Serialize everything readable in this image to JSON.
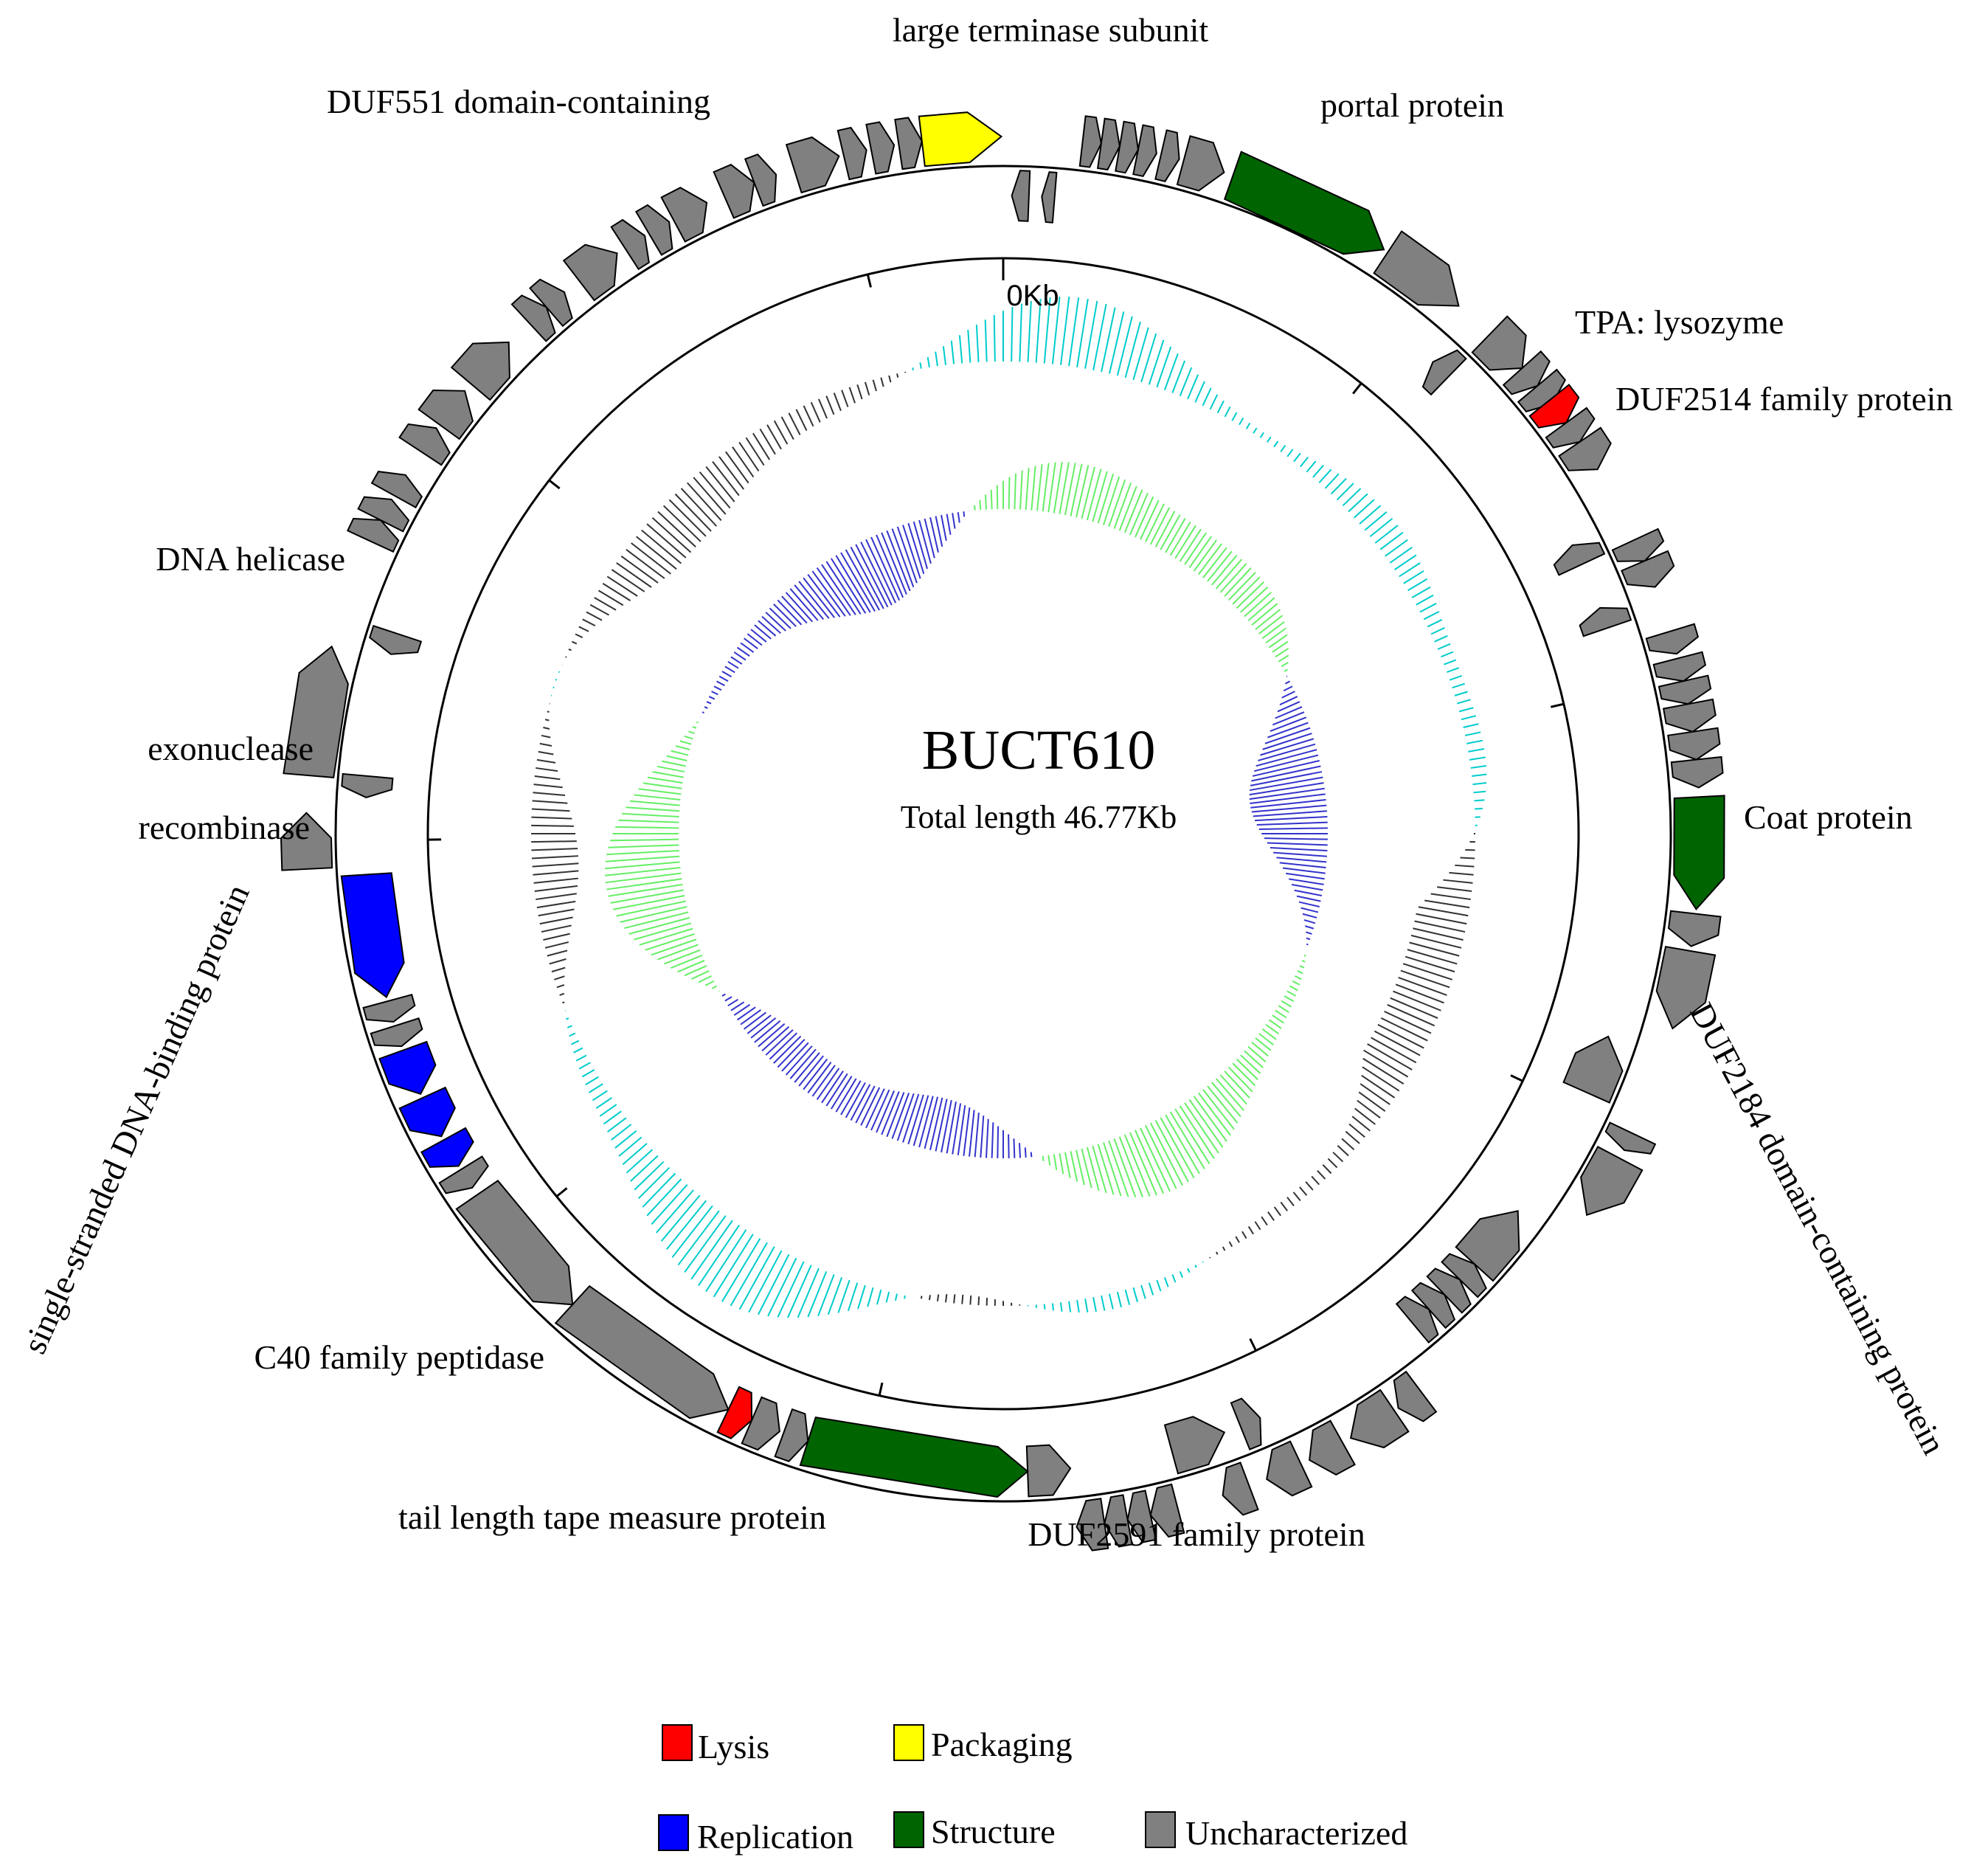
{
  "phage": {
    "name": "BUCT610",
    "total_length_label": "Total length 46.77Kb",
    "origin_tick_label": "0Kb",
    "genome_length_kb": 46.77
  },
  "colors": {
    "lysis": "#ff0000",
    "packaging": "#ffff00",
    "replication": "#0000ff",
    "structure": "#006400",
    "uncharacterized": "#808080",
    "gc_content": "#00cccc",
    "gc_content_minus": "#333333",
    "gc_skew_plus": "#66ee66",
    "gc_skew_minus": "#3333cc"
  },
  "legend": [
    {
      "key": "lysis",
      "label": "Lysis"
    },
    {
      "key": "packaging",
      "label": "Packaging"
    },
    {
      "key": "replication",
      "label": "Replication"
    },
    {
      "key": "structure",
      "label": "Structure"
    },
    {
      "key": "uncharacterized",
      "label": "Uncharacterized"
    }
  ],
  "annotations": [
    {
      "id": "large-terminase",
      "text": "large terminase subunit"
    },
    {
      "id": "portal",
      "text": "portal protein"
    },
    {
      "id": "lysozyme",
      "text": "TPA: lysozyme"
    },
    {
      "id": "duf2514",
      "text": "DUF2514 family protein"
    },
    {
      "id": "coat",
      "text": "Coat protein"
    },
    {
      "id": "duf2184",
      "text": "DUF2184 domain-containing protein"
    },
    {
      "id": "duf2591",
      "text": "DUF2591 family protein"
    },
    {
      "id": "tape-measure",
      "text": "tail length tape measure protein"
    },
    {
      "id": "c40",
      "text": "C40 family peptidase"
    },
    {
      "id": "ssb",
      "text": "single-stranded DNA-binding protein"
    },
    {
      "id": "recombinase",
      "text": "recombinase"
    },
    {
      "id": "exonuclease",
      "text": "exonuclease"
    },
    {
      "id": "helicase",
      "text": "DNA helicase"
    },
    {
      "id": "duf551",
      "text": "DUF551 domain-containing"
    }
  ],
  "genes": [
    {
      "category": "uncharacterized",
      "start_kb": 0.1,
      "end_kb": 0.3,
      "strand": "-"
    },
    {
      "category": "uncharacterized",
      "start_kb": 0.45,
      "end_kb": 0.6,
      "strand": "-"
    },
    {
      "category": "uncharacterized",
      "start_kb": 0.85,
      "end_kb": 1.05,
      "strand": "+"
    },
    {
      "category": "uncharacterized",
      "start_kb": 1.05,
      "end_kb": 1.25,
      "strand": "+"
    },
    {
      "category": "uncharacterized",
      "start_kb": 1.25,
      "end_kb": 1.45,
      "strand": "+"
    },
    {
      "category": "uncharacterized",
      "start_kb": 1.45,
      "end_kb": 1.65,
      "strand": "+"
    },
    {
      "category": "uncharacterized",
      "start_kb": 1.7,
      "end_kb": 1.9,
      "strand": "+"
    },
    {
      "category": "uncharacterized",
      "start_kb": 1.95,
      "end_kb": 2.4,
      "strand": "+"
    },
    {
      "category": "structure",
      "start_kb": 2.5,
      "end_kb": 4.3,
      "strand": "+"
    },
    {
      "category": "uncharacterized",
      "start_kb": 4.35,
      "end_kb": 5.3,
      "strand": "+"
    },
    {
      "category": "uncharacterized",
      "start_kb": 5.5,
      "end_kb": 5.75,
      "strand": "-"
    },
    {
      "category": "uncharacterized",
      "start_kb": 5.75,
      "end_kb": 6.25,
      "strand": "+"
    },
    {
      "category": "uncharacterized",
      "start_kb": 6.25,
      "end_kb": 6.5,
      "strand": "+"
    },
    {
      "category": "uncharacterized",
      "start_kb": 6.5,
      "end_kb": 6.75,
      "strand": "+"
    },
    {
      "category": "lysis",
      "start_kb": 6.7,
      "end_kb": 7.0,
      "strand": "+"
    },
    {
      "category": "uncharacterized",
      "start_kb": 7.0,
      "end_kb": 7.25,
      "strand": "+"
    },
    {
      "category": "uncharacterized",
      "start_kb": 7.25,
      "end_kb": 7.6,
      "strand": "+"
    },
    {
      "category": "uncharacterized",
      "start_kb": 8.2,
      "end_kb": 8.45,
      "strand": "-"
    },
    {
      "category": "uncharacterized",
      "start_kb": 8.45,
      "end_kb": 8.7,
      "strand": "+"
    },
    {
      "category": "uncharacterized",
      "start_kb": 8.7,
      "end_kb": 9.0,
      "strand": "+"
    },
    {
      "category": "uncharacterized",
      "start_kb": 9.0,
      "end_kb": 9.25,
      "strand": "-"
    },
    {
      "category": "uncharacterized",
      "start_kb": 9.5,
      "end_kb": 9.75,
      "strand": "+"
    },
    {
      "category": "uncharacterized",
      "start_kb": 9.8,
      "end_kb": 10.05,
      "strand": "+"
    },
    {
      "category": "uncharacterized",
      "start_kb": 10.05,
      "end_kb": 10.3,
      "strand": "+"
    },
    {
      "category": "uncharacterized",
      "start_kb": 10.3,
      "end_kb": 10.6,
      "strand": "+"
    },
    {
      "category": "uncharacterized",
      "start_kb": 10.6,
      "end_kb": 10.9,
      "strand": "+"
    },
    {
      "category": "uncharacterized",
      "start_kb": 10.9,
      "end_kb": 11.2,
      "strand": "+"
    },
    {
      "category": "structure",
      "start_kb": 11.3,
      "end_kb": 12.5,
      "strand": "+"
    },
    {
      "category": "uncharacterized",
      "start_kb": 12.55,
      "end_kb": 12.9,
      "strand": "+"
    },
    {
      "category": "uncharacterized",
      "start_kb": 12.95,
      "end_kb": 13.8,
      "strand": "+"
    },
    {
      "category": "uncharacterized",
      "start_kb": 14.1,
      "end_kb": 14.8,
      "strand": "-"
    },
    {
      "category": "uncharacterized",
      "start_kb": 15.0,
      "end_kb": 15.2,
      "strand": "+"
    },
    {
      "category": "uncharacterized",
      "start_kb": 15.3,
      "end_kb": 16.0,
      "strand": "+"
    },
    {
      "category": "uncharacterized",
      "start_kb": 16.4,
      "end_kb": 17.2,
      "strand": "-"
    },
    {
      "category": "uncharacterized",
      "start_kb": 17.2,
      "end_kb": 17.45,
      "strand": "-"
    },
    {
      "category": "uncharacterized",
      "start_kb": 17.45,
      "end_kb": 17.7,
      "strand": "-"
    },
    {
      "category": "uncharacterized",
      "start_kb": 17.7,
      "end_kb": 17.95,
      "strand": "-"
    },
    {
      "category": "uncharacterized",
      "start_kb": 17.95,
      "end_kb": 18.2,
      "strand": "-"
    },
    {
      "category": "uncharacterized",
      "start_kb": 18.6,
      "end_kb": 18.9,
      "strand": "+"
    },
    {
      "category": "uncharacterized",
      "start_kb": 18.95,
      "end_kb": 19.5,
      "strand": "+"
    },
    {
      "category": "uncharacterized",
      "start_kb": 19.6,
      "end_kb": 20.0,
      "strand": "+"
    },
    {
      "category": "uncharacterized",
      "start_kb": 20.1,
      "end_kb": 20.5,
      "strand": "+"
    },
    {
      "category": "uncharacterized",
      "start_kb": 20.3,
      "end_kb": 20.55,
      "strand": "-"
    },
    {
      "category": "uncharacterized",
      "start_kb": 20.7,
      "end_kb": 21.0,
      "strand": "+"
    },
    {
      "category": "uncharacterized",
      "start_kb": 20.75,
      "end_kb": 21.4,
      "strand": "-"
    },
    {
      "category": "uncharacterized",
      "start_kb": 21.5,
      "end_kb": 21.8,
      "strand": "+"
    },
    {
      "category": "uncharacterized",
      "start_kb": 21.8,
      "end_kb": 22.05,
      "strand": "+"
    },
    {
      "category": "uncharacterized",
      "start_kb": 22.05,
      "end_kb": 22.3,
      "strand": "+"
    },
    {
      "category": "uncharacterized",
      "start_kb": 22.3,
      "end_kb": 22.6,
      "strand": "+"
    },
    {
      "category": "uncharacterized",
      "start_kb": 22.6,
      "end_kb": 23.1,
      "strand": "-"
    },
    {
      "category": "structure",
      "start_kb": 23.1,
      "end_kb": 25.7,
      "strand": "-"
    },
    {
      "category": "uncharacterized",
      "start_kb": 25.7,
      "end_kb": 26.0,
      "strand": "-"
    },
    {
      "category": "uncharacterized",
      "start_kb": 26.05,
      "end_kb": 26.4,
      "strand": "-"
    },
    {
      "category": "lysis",
      "start_kb": 26.4,
      "end_kb": 26.7,
      "strand": "-"
    },
    {
      "category": "uncharacterized",
      "start_kb": 26.7,
      "end_kb": 28.9,
      "strand": "-"
    },
    {
      "category": "uncharacterized",
      "start_kb": 28.9,
      "end_kb": 30.6,
      "strand": "-"
    },
    {
      "category": "uncharacterized",
      "start_kb": 30.7,
      "end_kb": 30.95,
      "strand": "-"
    },
    {
      "category": "replication",
      "start_kb": 31.0,
      "end_kb": 31.35,
      "strand": "-"
    },
    {
      "category": "replication",
      "start_kb": 31.4,
      "end_kb": 31.9,
      "strand": "-"
    },
    {
      "category": "replication",
      "start_kb": 31.95,
      "end_kb": 32.5,
      "strand": "-"
    },
    {
      "category": "uncharacterized",
      "start_kb": 32.55,
      "end_kb": 32.8,
      "strand": "-"
    },
    {
      "category": "uncharacterized",
      "start_kb": 32.85,
      "end_kb": 33.1,
      "strand": "-"
    },
    {
      "category": "replication",
      "start_kb": 33.15,
      "end_kb": 34.6,
      "strand": "-"
    },
    {
      "category": "uncharacterized",
      "start_kb": 34.7,
      "end_kb": 35.3,
      "strand": "+"
    },
    {
      "category": "uncharacterized",
      "start_kb": 35.5,
      "end_kb": 35.75,
      "strand": "-"
    },
    {
      "category": "uncharacterized",
      "start_kb": 35.7,
      "end_kb": 37.1,
      "strand": "+"
    },
    {
      "category": "uncharacterized",
      "start_kb": 37.2,
      "end_kb": 37.45,
      "strand": "-"
    },
    {
      "category": "uncharacterized",
      "start_kb": 38.3,
      "end_kb": 38.55,
      "strand": "+"
    },
    {
      "category": "uncharacterized",
      "start_kb": 38.55,
      "end_kb": 38.8,
      "strand": "+"
    },
    {
      "category": "uncharacterized",
      "start_kb": 38.85,
      "end_kb": 39.1,
      "strand": "+"
    },
    {
      "category": "uncharacterized",
      "start_kb": 39.4,
      "end_kb": 39.7,
      "strand": "+"
    },
    {
      "category": "uncharacterized",
      "start_kb": 39.75,
      "end_kb": 40.2,
      "strand": "+"
    },
    {
      "category": "uncharacterized",
      "start_kb": 40.3,
      "end_kb": 40.9,
      "strand": "+"
    },
    {
      "category": "uncharacterized",
      "start_kb": 41.2,
      "end_kb": 41.45,
      "strand": "+"
    },
    {
      "category": "uncharacterized",
      "start_kb": 41.45,
      "end_kb": 41.7,
      "strand": "+"
    },
    {
      "category": "uncharacterized",
      "start_kb": 41.9,
      "end_kb": 42.4,
      "strand": "+"
    },
    {
      "category": "uncharacterized",
      "start_kb": 42.5,
      "end_kb": 42.75,
      "strand": "+"
    },
    {
      "category": "uncharacterized",
      "start_kb": 42.8,
      "end_kb": 43.05,
      "strand": "+"
    },
    {
      "category": "uncharacterized",
      "start_kb": 43.1,
      "end_kb": 43.5,
      "strand": "+"
    },
    {
      "category": "uncharacterized",
      "start_kb": 43.7,
      "end_kb": 44.05,
      "strand": "+"
    },
    {
      "category": "uncharacterized",
      "start_kb": 44.05,
      "end_kb": 44.3,
      "strand": "+"
    },
    {
      "category": "uncharacterized",
      "start_kb": 44.5,
      "end_kb": 45.0,
      "strand": "+"
    },
    {
      "category": "uncharacterized",
      "start_kb": 45.05,
      "end_kb": 45.3,
      "strand": "+"
    },
    {
      "category": "uncharacterized",
      "start_kb": 45.35,
      "end_kb": 45.6,
      "strand": "+"
    },
    {
      "category": "uncharacterized",
      "start_kb": 45.65,
      "end_kb": 45.9,
      "strand": "+"
    },
    {
      "category": "packaging",
      "start_kb": 45.9,
      "end_kb": 46.75,
      "strand": "+"
    }
  ]
}
